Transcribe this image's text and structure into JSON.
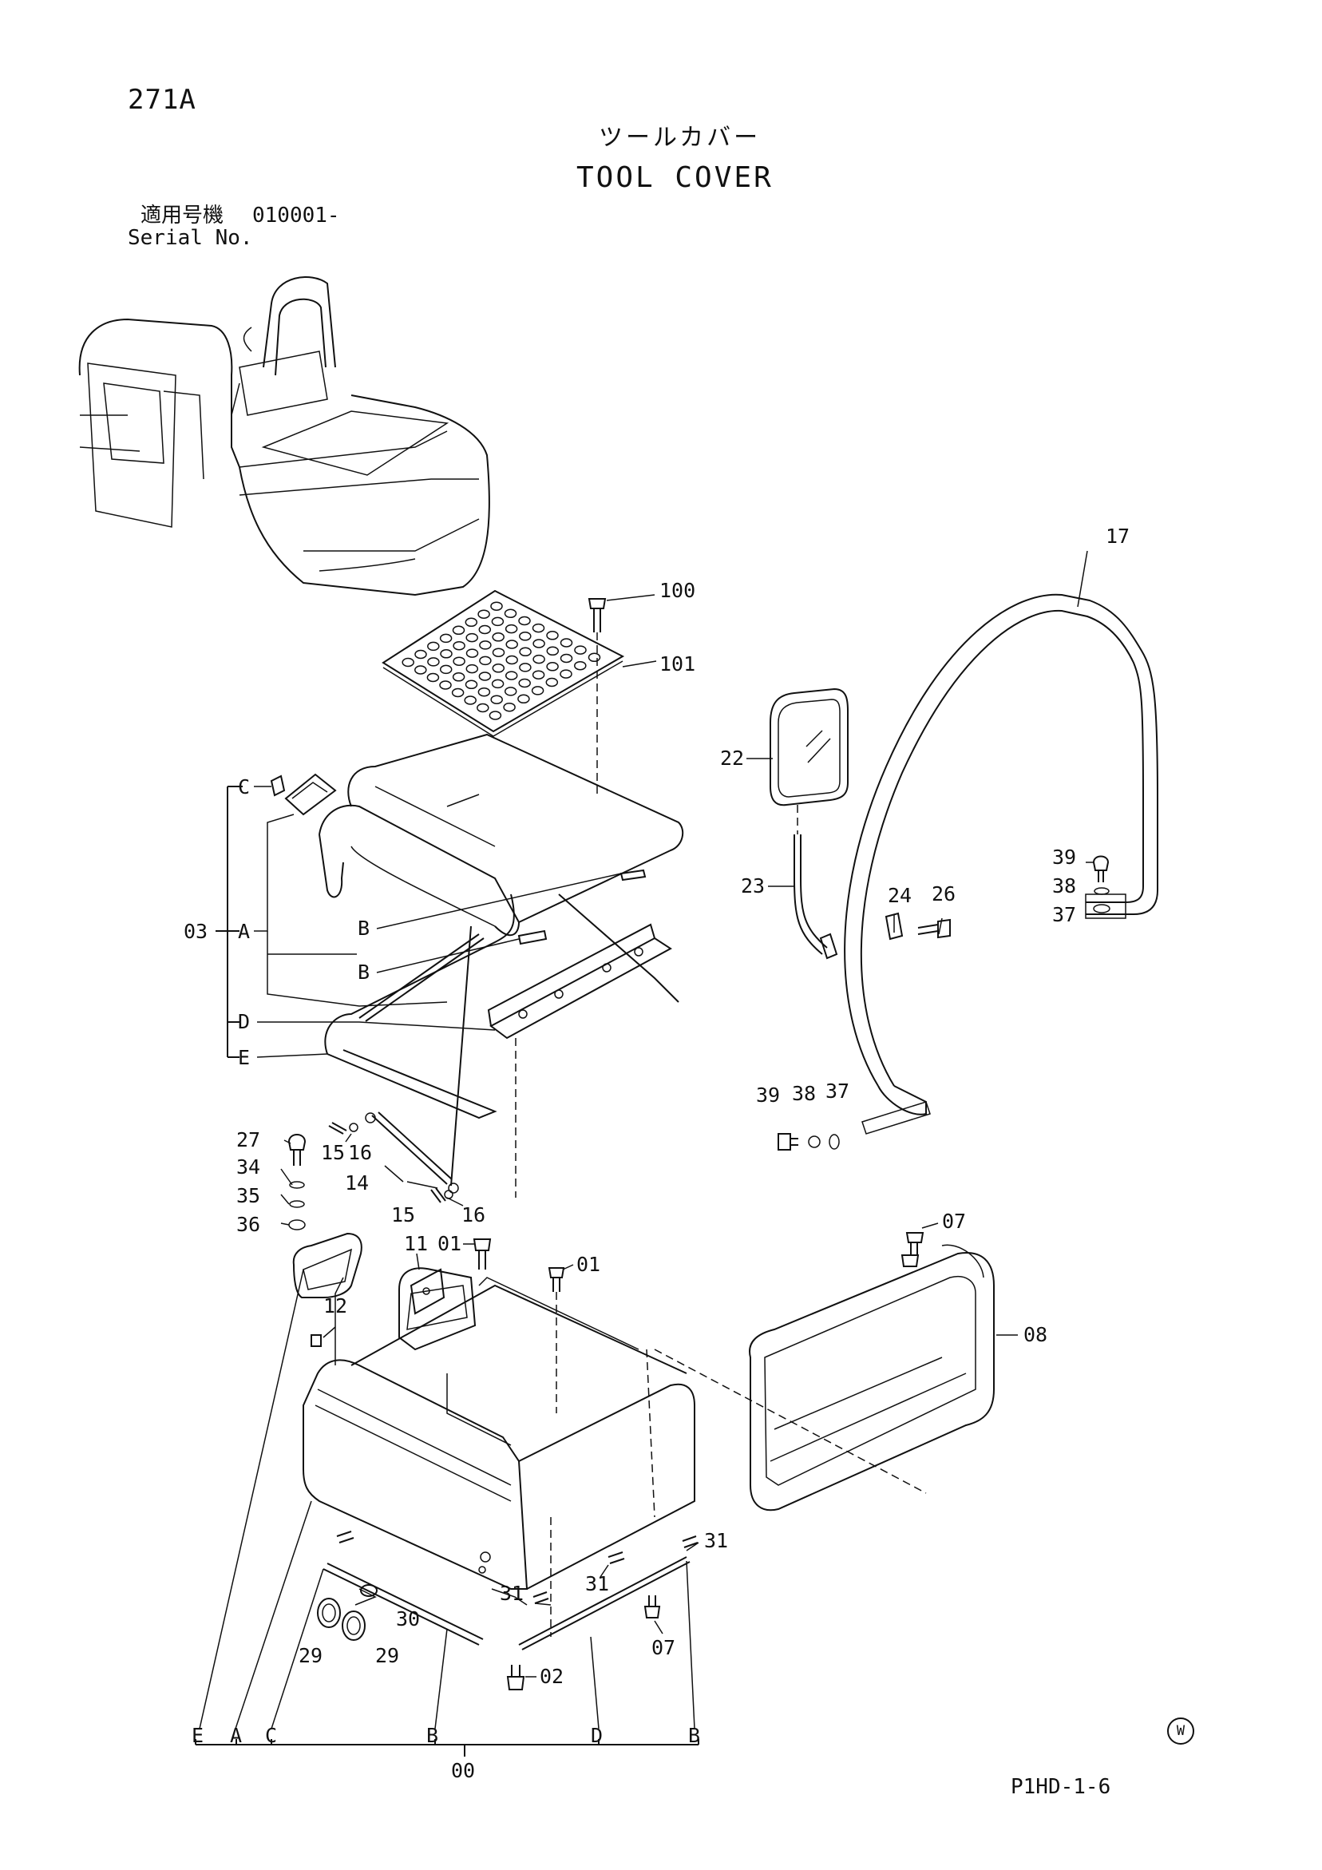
{
  "header": {
    "page_code": "271A",
    "title_jp": "ツールカバー",
    "title_en": "TOOL COVER",
    "serial_label_jp": "適用号機",
    "serial_value": "010001-",
    "serial_label_en": "Serial No."
  },
  "footer": {
    "code": "P1HD-1-6",
    "mark": "W"
  },
  "callouts": {
    "c00": "00",
    "c01a": "01",
    "c01b": "01",
    "c02": "02",
    "c03": "03",
    "c07a": "07",
    "c07b": "07",
    "c08": "08",
    "c11": "11",
    "c12": "12",
    "c14": "14",
    "c15a": "15",
    "c15b": "15",
    "c16a": "16",
    "c16b": "16",
    "c17": "17",
    "c22": "22",
    "c23": "23",
    "c24": "24",
    "c26": "26",
    "c27": "27",
    "c29a": "29",
    "c29b": "29",
    "c30": "30",
    "c31a": "31",
    "c31b": "31",
    "c31c": "31",
    "c34": "34",
    "c35": "35",
    "c36": "36",
    "c37a": "37",
    "c37b": "37",
    "c38a": "38",
    "c38b": "38",
    "c39a": "39",
    "c39b": "39",
    "c100": "100",
    "c101": "101"
  },
  "letters": {
    "a_upper": "A",
    "b_upper1": "B",
    "b_upper2": "B",
    "c_upper": "C",
    "d_upper": "D",
    "e_upper": "E",
    "e_bottom": "E",
    "a_bottom": "A",
    "c_bottom": "C",
    "b_bottom1": "B",
    "d_bottom": "D",
    "b_bottom2": "B"
  }
}
